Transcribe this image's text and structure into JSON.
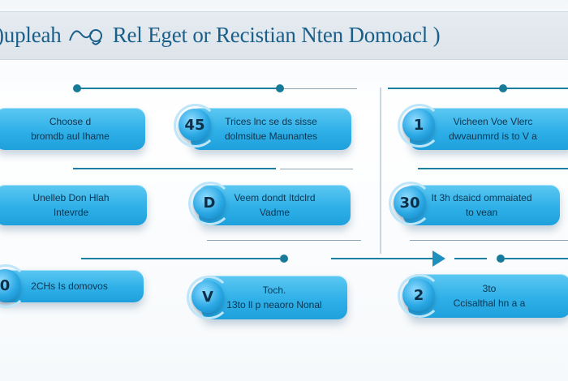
{
  "header": {
    "title_left": ")upleah",
    "title_right": "Rel Eget or Recistian Nten Domoacl )",
    "logo_icon": "stylized-glyph-logo-icon"
  },
  "colors": {
    "accent": "#2fb0e8",
    "line": "#1a7fa0",
    "title_text": "#1a5f8a"
  },
  "steps": {
    "r1c1": {
      "badge": "",
      "line1": "Choose d",
      "line2": "bromdb aul Ihame"
    },
    "r1c2": {
      "badge": "45",
      "line1": "Trices lnc se ds sisse",
      "line2": "dolmsitue Maunantes"
    },
    "r1c3": {
      "badge": "1",
      "line1": "Vicheen Voe Vlerc",
      "line2": "dwvaunmrd is to V a"
    },
    "r2c1": {
      "badge": "",
      "line1": "Unelleb Don Hlah",
      "line2": "Intevrde"
    },
    "r2c2": {
      "badge": "D",
      "line1": "Veem dondt Itdclrd",
      "line2": "Vadme"
    },
    "r2c3": {
      "badge": "30",
      "line1": "It 3h dsaicd ommaiated",
      "line2": "to vean"
    },
    "r3c1": {
      "badge": "0",
      "line1": "2CHs Is domovos",
      "line2": ""
    },
    "r3c2": {
      "badge": "V",
      "line1": "Toch.",
      "line2": "13to ll p neaoro Nonal"
    },
    "r3c3": {
      "badge": "2",
      "line1": "3to",
      "line2": "Ccisalthal hn a a"
    }
  }
}
